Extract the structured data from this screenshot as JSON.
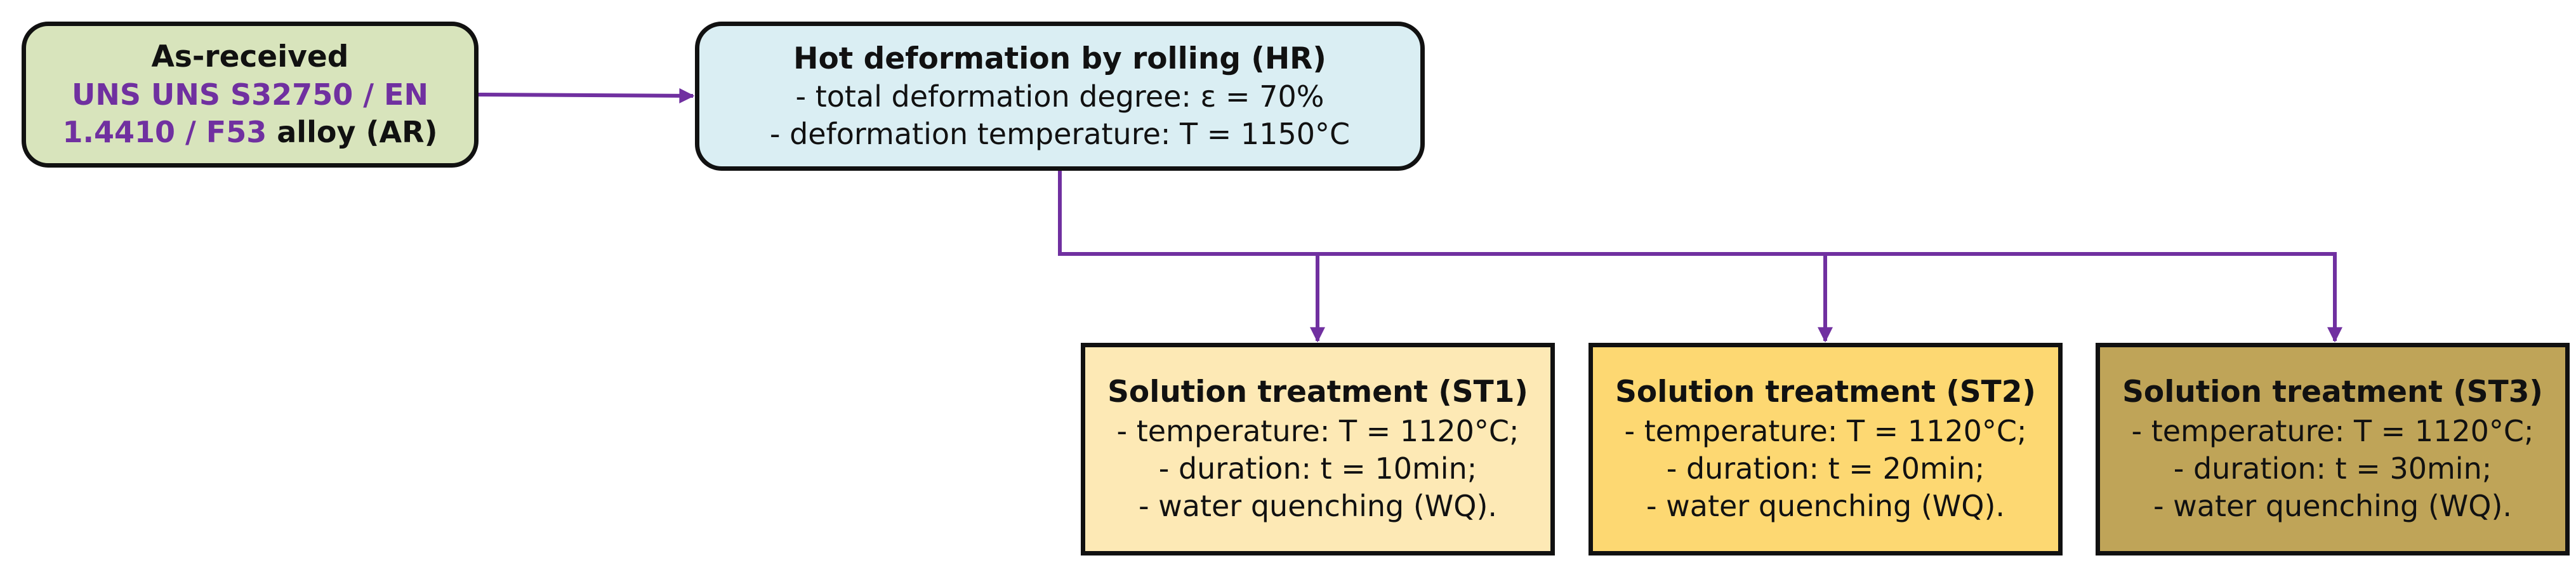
{
  "colors": {
    "arrow": "#7030a0",
    "as_received_fill": "#d8e4bc",
    "hot_rolling_fill": "#daeef3",
    "st1_fill": "#fde9b5",
    "st2_fill": "#fdd872",
    "st3_fill": "#bfa458",
    "border": "#111111"
  },
  "as_received": {
    "title": "As-received",
    "alloy_line1": "UNS UNS S32750 / EN",
    "alloy_line2_colored": "1.4410 / F53",
    "alloy_line2_suffix": " alloy (AR)"
  },
  "hot_rolling": {
    "title": "Hot deformation by rolling (HR)",
    "line1": "- total deformation degree: ε = 70%",
    "line2": "- deformation temperature: T = 1150°C"
  },
  "solution_treatments": [
    {
      "title": "Solution treatment (ST1)",
      "temperature": "- temperature: T = 1120°C;",
      "duration": "- duration: t = 10min;",
      "quenching": "- water quenching (WQ)."
    },
    {
      "title": "Solution treatment (ST2)",
      "temperature": "- temperature: T = 1120°C;",
      "duration": "- duration: t = 20min;",
      "quenching": "- water quenching (WQ)."
    },
    {
      "title": "Solution treatment (ST3)",
      "temperature": "- temperature: T = 1120°C;",
      "duration": "- duration: t = 30min;",
      "quenching": "- water quenching (WQ)."
    }
  ]
}
